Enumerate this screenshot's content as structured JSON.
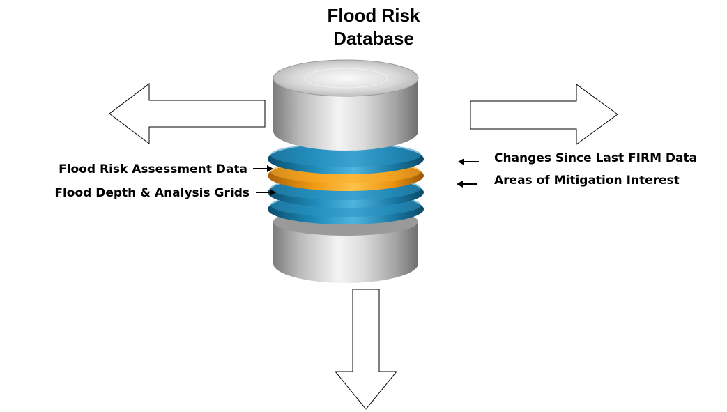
{
  "title": {
    "line1": "Flood Risk",
    "line2": "Database"
  },
  "left_labels": [
    "Flood Risk Assessment Data",
    "Flood Depth & Analysis Grids"
  ],
  "right_labels": [
    "Changes Since Last FIRM Data",
    "Areas of Mitigation Interest"
  ],
  "colors": {
    "band_blue": "#1f86b3",
    "band_orange": "#f2a11a",
    "cylinder_silver": "#c9c9c9",
    "arrow_outline": "#000000"
  },
  "icons": [
    "database-icon",
    "arrow-left-icon",
    "arrow-right-icon",
    "arrow-down-icon"
  ]
}
